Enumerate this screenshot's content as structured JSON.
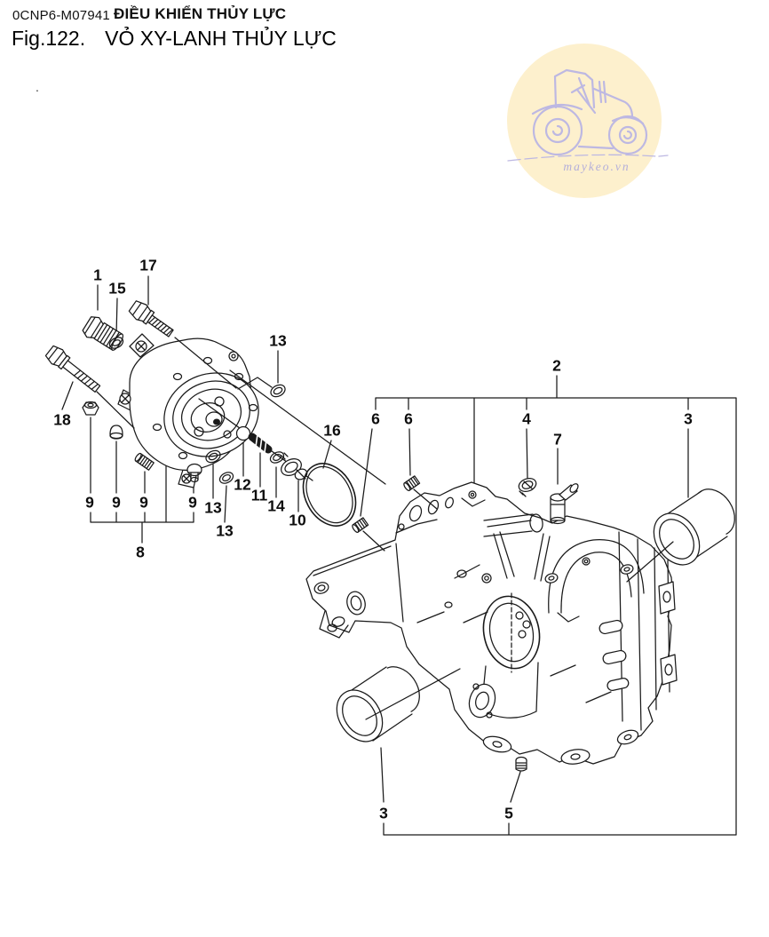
{
  "header": {
    "doc_code": "0CNP6-M07941",
    "section_title": "ĐIỀU KHIỂN THỦY LỰC",
    "figure_label": "Fig.122.",
    "figure_title": "VỎ XY-LANH THỦY LỰC",
    "stray_mark": "."
  },
  "watermark": {
    "text": "maykeo.vn",
    "circle_color": "#fdf0cd",
    "art_color": "#bdb8e2",
    "icon": "tractor-icon"
  },
  "diagram": {
    "line_color": "#1a1a1a",
    "description": "Exploded parts view: hydraulic control valve cover (left) and hydraulic cylinder housing (right)",
    "callouts": [
      {
        "label": "1"
      },
      {
        "label": "15"
      },
      {
        "label": "17"
      },
      {
        "label": "13"
      },
      {
        "label": "2"
      },
      {
        "label": "6"
      },
      {
        "label": "6"
      },
      {
        "label": "4"
      },
      {
        "label": "7"
      },
      {
        "label": "3"
      },
      {
        "label": "16"
      },
      {
        "label": "18"
      },
      {
        "label": "9"
      },
      {
        "label": "9"
      },
      {
        "label": "9"
      },
      {
        "label": "9"
      },
      {
        "label": "13"
      },
      {
        "label": "13"
      },
      {
        "label": "12"
      },
      {
        "label": "11"
      },
      {
        "label": "14"
      },
      {
        "label": "10"
      },
      {
        "label": "8"
      },
      {
        "label": "3"
      },
      {
        "label": "5"
      }
    ]
  }
}
